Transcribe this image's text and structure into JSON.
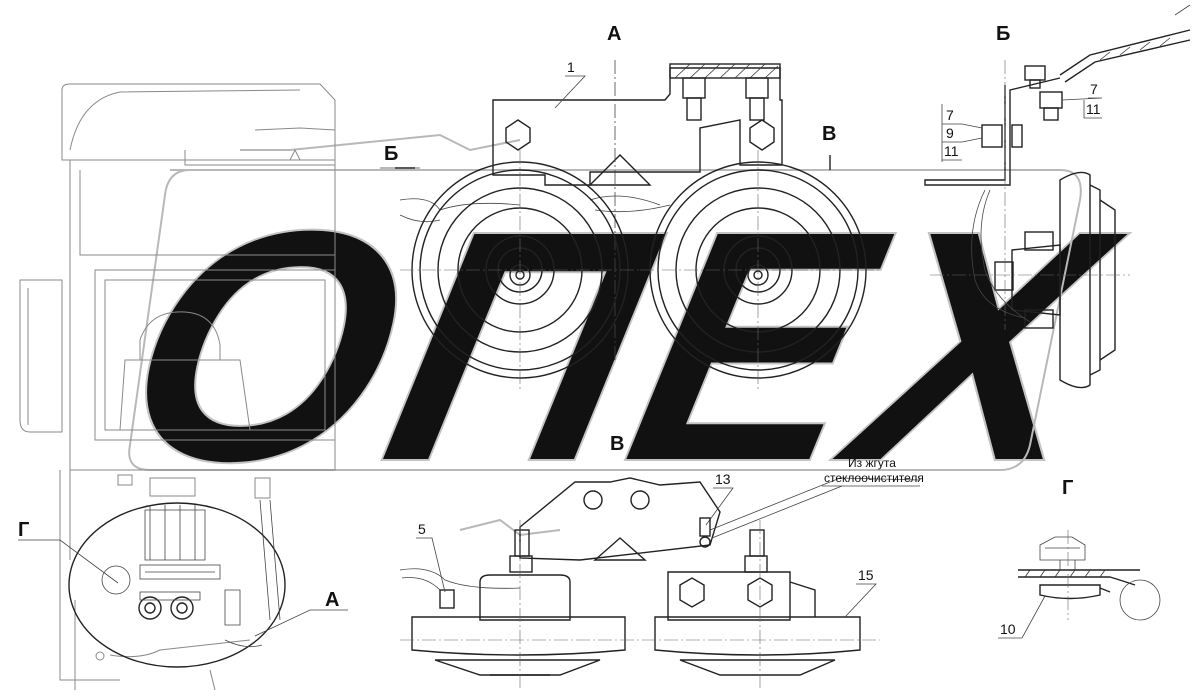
{
  "views": {
    "a": "А",
    "b": "Б",
    "v": "В",
    "g": "Г"
  },
  "callouts": {
    "c1": "1",
    "c5": "5",
    "c7": "7",
    "c9": "9",
    "c10": "10",
    "c11": "11",
    "c13": "13",
    "c15": "15"
  },
  "note": {
    "line1": "Из жгута",
    "line2": "стеклоочистителя"
  },
  "watermark": "ОПЕХ"
}
